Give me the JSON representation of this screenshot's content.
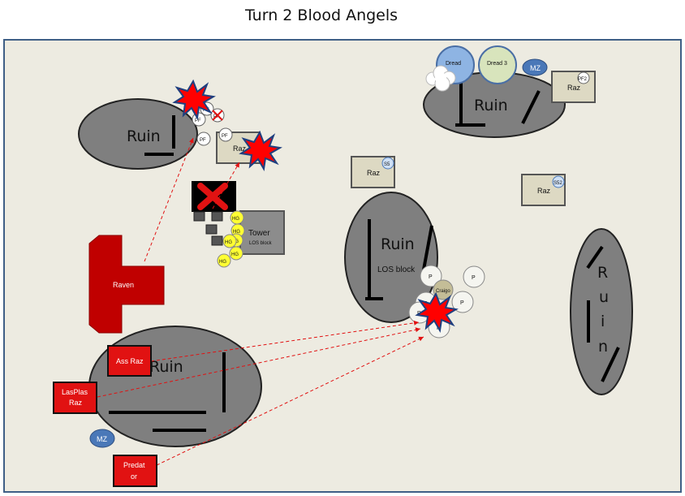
{
  "title": "Turn 2 Blood Angels",
  "ruins": [
    {
      "label": "Ruin"
    },
    {
      "label": "Ruin"
    },
    {
      "label": "Ruin",
      "sublabel": "LOS block"
    },
    {
      "label": "Ruin"
    },
    {
      "letters": [
        "R",
        "u",
        "i",
        "n"
      ]
    }
  ],
  "tower": {
    "label": "Tower",
    "sublabel": "LOS block"
  },
  "enemy": {
    "razorbacks": [
      "Raz",
      "Raz",
      "Raz",
      "Raz"
    ],
    "markers": {
      "pf2": "PF2",
      "s5": "S5",
      "s52": "S52"
    },
    "dreads": [
      "Dread",
      "Dread 3"
    ],
    "mz": "MZ",
    "pf_tokens": [
      "PF",
      "PF",
      "PF",
      "PF",
      "PF"
    ],
    "p_tokens": [
      "P",
      "P",
      "P",
      "P",
      "P",
      "P"
    ],
    "hg_tokens": [
      "HG",
      "HG",
      "HG",
      "HG",
      "HG",
      "HG"
    ],
    "craigo": "Craigo"
  },
  "player": {
    "raven": "Raven",
    "ass_raz": "Ass Raz",
    "lasplas_raz": [
      "LasPlas",
      "Raz"
    ],
    "predator": [
      "Predat",
      "or"
    ],
    "mz": "MZ"
  },
  "colors": {
    "player_unit": "#e11212",
    "raven": "#c00000",
    "ruin_fill": "#7f7f7f",
    "board_bg": "#edebe1",
    "board_border": "#3f5f86",
    "fire_line": "#e11212",
    "explosion": "#ff0000",
    "explosion_outline": "#1f3f7f",
    "hg_token": "#ffff33",
    "mz_token": "#4a78b8"
  }
}
